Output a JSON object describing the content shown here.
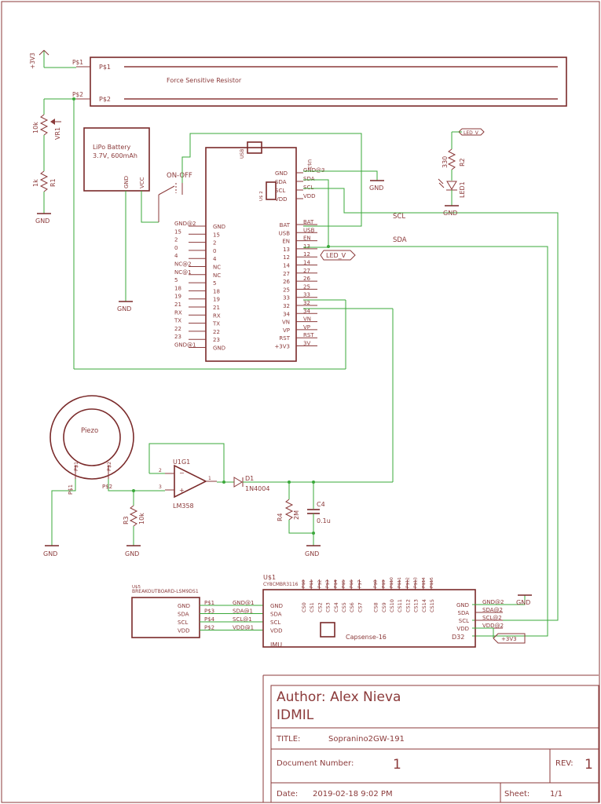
{
  "power": {
    "v3v3_label": "+3V3",
    "vcc_port": "+3V3"
  },
  "fsr": {
    "label": "Force Sensitive Resistor",
    "pin1": "P$1",
    "pin2": "P$2",
    "net1": "P$1",
    "net2": "P$2"
  },
  "vr1": {
    "name": "VR1",
    "value": "10k"
  },
  "r1": {
    "name": "R1",
    "value": "1k"
  },
  "battery": {
    "line1": "LiPo Battery",
    "line2": "3.7V, 600mAh",
    "pin_gnd": "GND",
    "pin_vcc": "VCC"
  },
  "switch_label": "ON-OFF",
  "mcu": {
    "name": "U$3",
    "usb": "USB",
    "sub_name": "U$ 2",
    "left_pins": [
      "GND",
      "15",
      "2",
      "0",
      "4",
      "NC",
      "NC",
      "5",
      "18",
      "19",
      "21",
      "RX",
      "TX",
      "22",
      "23",
      "GND"
    ],
    "left_nets": [
      "GND@2",
      "15",
      "2",
      "0",
      "4",
      "NC@2",
      "NC@1",
      "5",
      "18",
      "19",
      "21",
      "RX",
      "TX",
      "22",
      "23",
      "GND@1"
    ],
    "right_pins_top": [
      "GND",
      "SDA",
      "SCL",
      "VDD"
    ],
    "right_nets_top": [
      "GND@3",
      "SDA",
      "SCL",
      "VDD"
    ],
    "right_pins": [
      "BAT",
      "USB",
      "EN",
      "13",
      "12",
      "14",
      "27",
      "26",
      "25",
      "33",
      "32",
      "34",
      "VN",
      "VP",
      "RST",
      "+3V3"
    ],
    "right_nets": [
      "BAT",
      "USB",
      "EN",
      "13",
      "12",
      "14",
      "27",
      "26",
      "25",
      "33",
      "32",
      "34",
      "VN",
      "VP",
      "RST",
      "3V"
    ]
  },
  "led_port": "LED_V",
  "led_port2": "LED_V",
  "r2": {
    "name": "R2",
    "value": "330"
  },
  "led1": {
    "name": "LED1"
  },
  "net_labels": {
    "scl": "SCL",
    "sda": "SDA"
  },
  "gnd": "GND",
  "piezo": {
    "label": "Piezo",
    "p1": "P$1",
    "p2": "P$2",
    "net1": "P$1",
    "net2": "P$2"
  },
  "opamp": {
    "name": "U1G1",
    "part": "LM358",
    "pin1": "1",
    "pin2": "2",
    "pin3": "3"
  },
  "r3": {
    "name": "R3",
    "value": "10k"
  },
  "d1": {
    "name": "D1",
    "part": "1N4004"
  },
  "r4": {
    "name": "R4",
    "value": "2M"
  },
  "c4": {
    "name": "C4",
    "value": "0.1u"
  },
  "imu": {
    "board": "BREAKOUTBOARD-LSM9DS1",
    "name": "IMU",
    "ref": "U$5",
    "pins": [
      "GND",
      "SDA",
      "SCL",
      "VDD"
    ],
    "pin_nums": [
      "P$1",
      "P$3",
      "P$4",
      "P$2"
    ],
    "nets": [
      "GND@1",
      "SDA@1",
      "SCL@1",
      "VDD@1"
    ]
  },
  "capsense": {
    "name": "U$1",
    "part": "CY8CMBR3116",
    "label": "Capsense-16",
    "ref": "D32",
    "left_pins": [
      "GND",
      "SDA",
      "SCL",
      "VDD"
    ],
    "cs": [
      "CS0",
      "CS1",
      "CS2",
      "CS3",
      "CS4",
      "CS5",
      "CS6",
      "CS7",
      "CS8",
      "CS9",
      "CS10",
      "CS11",
      "CS12",
      "CS13",
      "CS14",
      "CS15"
    ],
    "right_pins": [
      "GND",
      "SDA",
      "SCL",
      "VDD"
    ],
    "right_nets": [
      "GND@2",
      "SDA@2",
      "SCL@2",
      "VDD@2"
    ]
  },
  "title_block": {
    "author": "Author: Alex Nieva",
    "org": "IDMIL",
    "title_label": "TITLE:",
    "title": "Sopranino2GW-191",
    "docnum_label": "Document Number:",
    "docnum": "1",
    "rev_label": "REV:",
    "rev": "1",
    "date_label": "Date:",
    "date": "2019-02-18 9:02 PM",
    "sheet_label": "Sheet:",
    "sheet": "1/1"
  }
}
